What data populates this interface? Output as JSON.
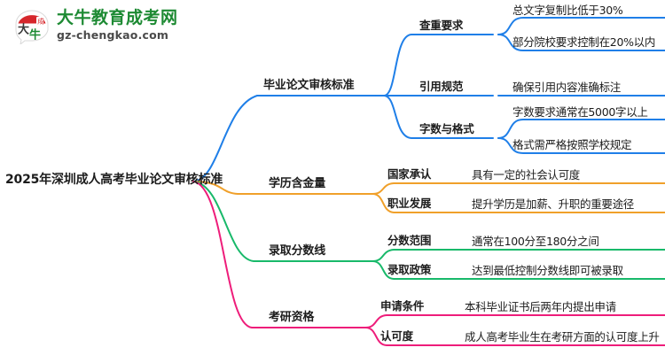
{
  "logo": {
    "icon": "speech-bubble-daniu-logo",
    "title": "大牛教育成考网",
    "subtitle": "gz-chengkao.com",
    "title_color": "#1d8a33",
    "mark_color": "#d6272c"
  },
  "mindmap": {
    "root": {
      "label": "2025年深圳成人高考毕业论文审核标准"
    },
    "colors": {
      "blue": "#1f7fe8",
      "orange": "#f0a02a",
      "green": "#18b96a",
      "pink": "#ee1d7a"
    },
    "branches": [
      {
        "label": "毕业论文审核标准",
        "color": "#1f7fe8",
        "children": [
          {
            "label": "查重要求",
            "leaves": [
              "总文字复制比低于30%",
              "部分院校要求控制在20%以内"
            ]
          },
          {
            "label": "引用规范",
            "leaves": [
              "确保引用内容准确标注"
            ]
          },
          {
            "label": "字数与格式",
            "leaves": [
              "字数要求通常在5000字以上",
              "格式需严格按照学校规定"
            ]
          }
        ]
      },
      {
        "label": "学历含金量",
        "color": "#f0a02a",
        "children": [
          {
            "label": "国家承认",
            "leaves": [
              "具有一定的社会认可度"
            ]
          },
          {
            "label": "职业发展",
            "leaves": [
              "提升学历是加薪、升职的重要途径"
            ]
          }
        ]
      },
      {
        "label": "录取分数线",
        "color": "#18b96a",
        "children": [
          {
            "label": "分数范围",
            "leaves": [
              "通常在100分至180分之间"
            ]
          },
          {
            "label": "录取政策",
            "leaves": [
              "达到最低控制分数线即可被录取"
            ]
          }
        ]
      },
      {
        "label": "考研资格",
        "color": "#ee1d7a",
        "children": [
          {
            "label": "申请条件",
            "leaves": [
              "本科毕业证书后两年内提出申请"
            ]
          },
          {
            "label": "认可度",
            "leaves": [
              "成人高考毕业生在考研方面的认可度上升"
            ]
          }
        ]
      }
    ]
  }
}
